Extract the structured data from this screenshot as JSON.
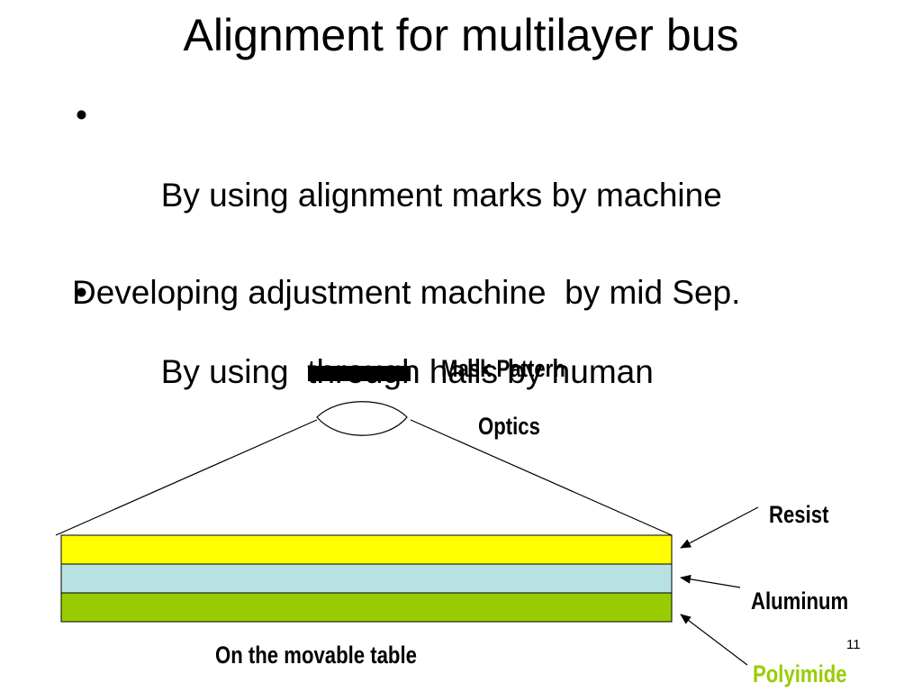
{
  "slide": {
    "title": "Alignment for multilayer bus",
    "bullets": [
      {
        "marker": "•",
        "text": "By using alignment marks by machine"
      },
      {
        "marker": "•",
        "text": "By using  through halls by human"
      }
    ],
    "body_text": "Developing adjustment machine  by mid Sep.",
    "page_number": "11"
  },
  "diagram": {
    "labels": {
      "mask_pattern": "Mask Pattern",
      "optics": "Optics",
      "resist": "Resist",
      "aluminum": "Aluminum",
      "polyimide": "Polyimide",
      "table": "On the movable table"
    },
    "colors": {
      "resist": "#ffff00",
      "aluminum": "#b8e2e2",
      "polyimide": "#99cc00",
      "polyimide_label": "#99cc00",
      "outline": "#000000"
    }
  }
}
